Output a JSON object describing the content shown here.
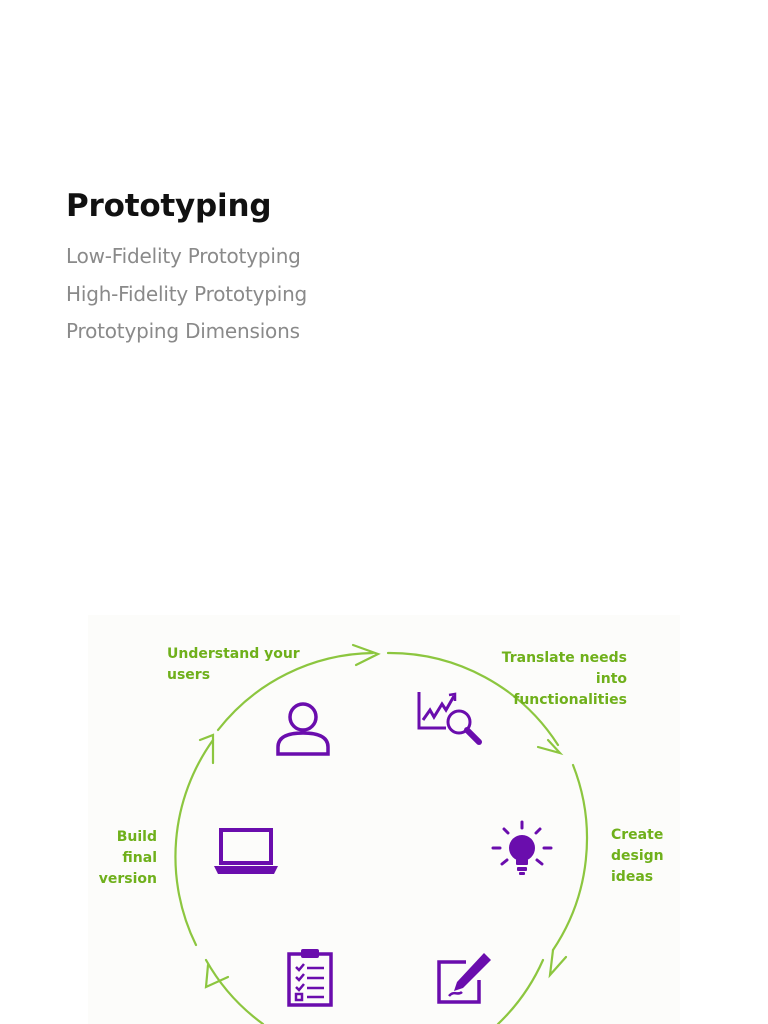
{
  "heading": "Prototyping",
  "toc": [
    "Low-Fidelity Prototyping",
    "High-Fidelity Prototyping",
    "Prototyping Dimensions"
  ],
  "diagram": {
    "steps": [
      {
        "label": "Understand your\nusers",
        "icon": "user-icon"
      },
      {
        "label": "Translate needs into\nfunctionalities",
        "icon": "chart-magnifier-icon"
      },
      {
        "label": "Create\ndesign\nideas",
        "icon": "lightbulb-icon"
      },
      {
        "label": "",
        "icon": "pencil-sketch-icon"
      },
      {
        "label": "",
        "icon": "clipboard-checklist-icon"
      },
      {
        "label": "Build\nfinal\nversion",
        "icon": "laptop-icon"
      }
    ],
    "colors": {
      "cycle": "#8cc63f",
      "label": "#6fb01b",
      "icon": "#6a0dad"
    }
  }
}
